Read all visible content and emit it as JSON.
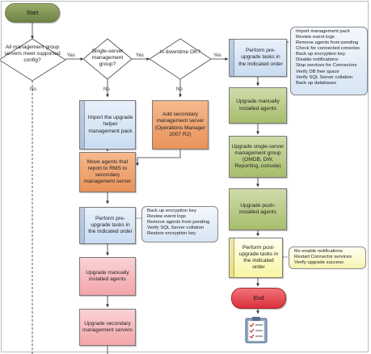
{
  "terminals": {
    "start": "Start",
    "end": "End"
  },
  "decisions": {
    "config": "All management group servers meet supported config?",
    "single_server": "Single-server management group?",
    "downtime": "Is downtime OK?"
  },
  "labels": {
    "yes": "Yes",
    "no": "No"
  },
  "steps": {
    "import_helper": "Import the upgrade helper management pack",
    "add_secondary": "Add secondary management server (Operations Manager 2007 R2)",
    "move_agents": "Move agents that report to RMS to secondary management server",
    "pre_upgrade_left": "Perform pre-upgrade tasks in the indicated order",
    "upgrade_agents_left": "Upgrade manually installed agents",
    "upgrade_secondary": "Upgrade secondary management servers",
    "pre_upgrade_right": "Perform pre-upgrade tasks in the indicated order",
    "upgrade_agents_right": "Upgrade manually installed agents",
    "upgrade_single": "Upgrade single-server management group (OMDB, DW, Reporting, console)",
    "upgrade_push": "Upgrade push-installed agents",
    "post_upgrade": "Perform post-upgrade tasks in the indicated order"
  },
  "notes": {
    "pre_right": [
      "Import management pack",
      "Review event logs",
      "Remove agents from pending",
      "Check for connected consoles",
      "Back up encryption key",
      "Disable notifications",
      "Stop services for Connectors",
      "Verify DB free space",
      "Verify SQL Server collation",
      "Back up databases"
    ],
    "pre_left": [
      "Back up encryption key",
      "Review event logs",
      "Remove agents from pending",
      "Verify SQL Server collation",
      "Restore encryption key"
    ],
    "post": [
      "Re-enable notifications",
      "Restart Connector services",
      "Verify upgrade success"
    ]
  },
  "colors": {
    "start_green": "#7a8c50",
    "end_red": "#e8434d",
    "process_blue": "#c9ddf1",
    "process_orange": "#e9935a",
    "process_green": "#a7bd6b",
    "process_pink": "#f3a4a9",
    "note_yellow": "#f7f3b0"
  },
  "icons": {
    "checklist": "clipboard-checklist-icon"
  }
}
